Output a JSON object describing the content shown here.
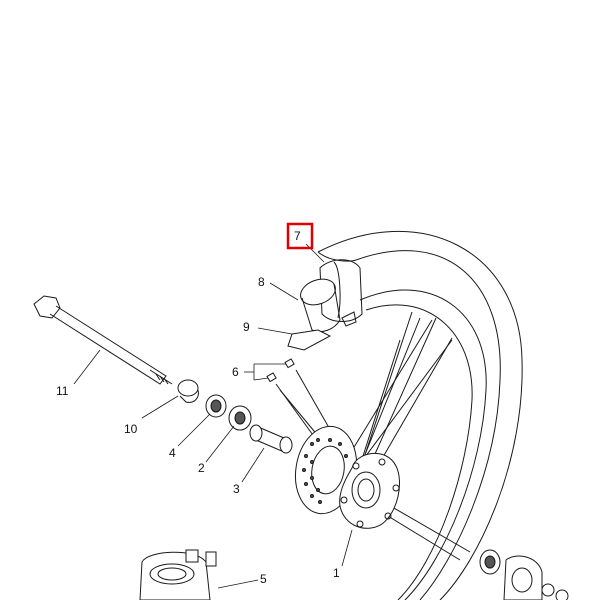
{
  "callouts": {
    "p1": "1",
    "p2": "2",
    "p3": "3",
    "p4": "4",
    "p5": "5",
    "p6": "6",
    "p7": "7",
    "p8": "8",
    "p9": "9",
    "p10": "10",
    "p11": "11"
  },
  "highlight": {
    "part": "7",
    "color": "#e00000"
  },
  "colors": {
    "line": "#1a1a1a",
    "background": "#ffffff"
  }
}
